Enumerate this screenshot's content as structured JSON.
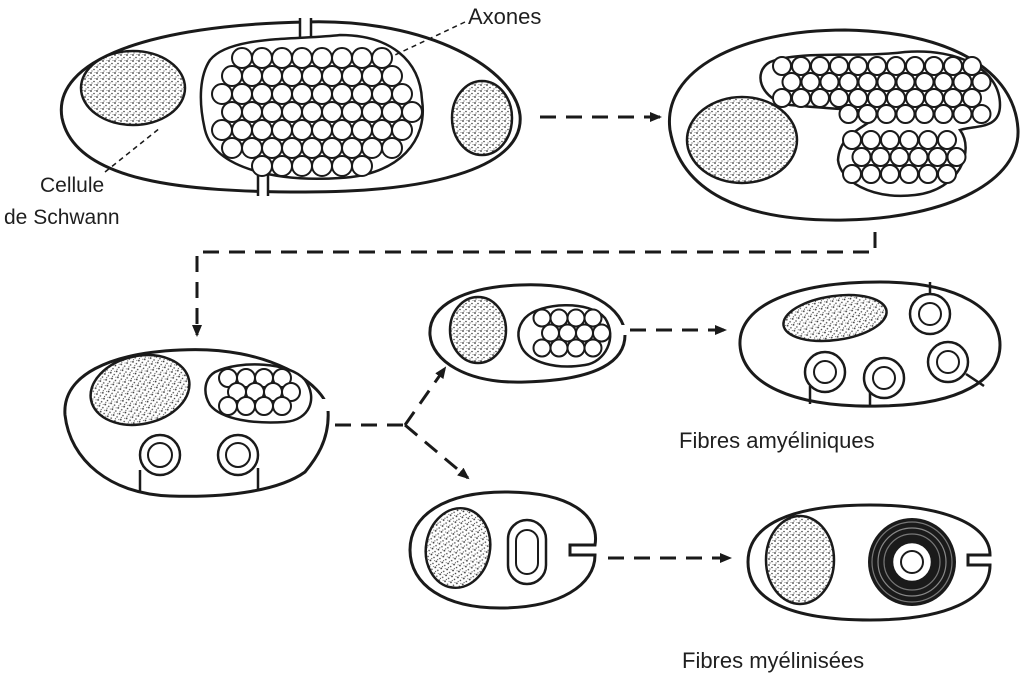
{
  "labels": {
    "axones": "Axones",
    "cellule_line1": "Cellule",
    "cellule_line2": "de Schwann",
    "fibres_amyeliniques": "Fibres amyéliniques",
    "fibres_myelinisees": "Fibres myélinisées"
  },
  "colors": {
    "ink": "#1a1a1a",
    "background": "#ffffff"
  }
}
